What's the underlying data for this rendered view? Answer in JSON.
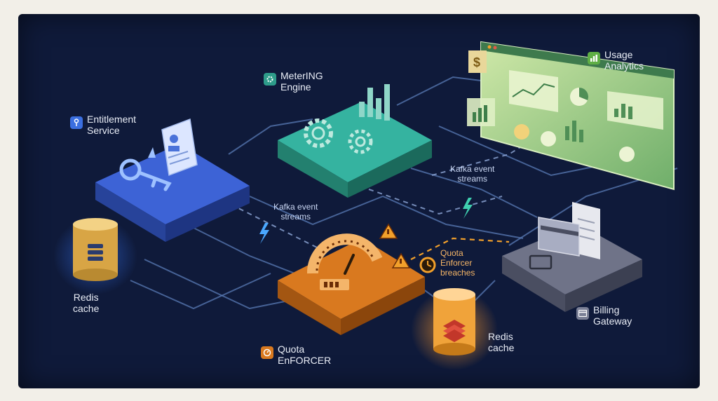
{
  "nodes": {
    "entitlement": {
      "line1": "Entitlement",
      "line2": "Service"
    },
    "metering": {
      "line1": "MeterING",
      "line2": "Engine"
    },
    "analytics": {
      "line1": "Usage",
      "line2": "Analytics"
    },
    "redis_left": {
      "line1": "Redis",
      "line2": "cache"
    },
    "redis_right": {
      "line1": "Redis",
      "line2": "cache"
    },
    "quota": {
      "line1": "Quota",
      "line2": "EnFORCER"
    },
    "billing": {
      "line1": "Billing",
      "line2": "Gateway"
    }
  },
  "flows": {
    "kafka_left": {
      "line1": "Kafka event",
      "line2": "streams"
    },
    "kafka_right": {
      "line1": "Kafka event",
      "line2": "streams"
    },
    "breaches": {
      "line1": "Quota",
      "line2": "Enforcer",
      "line3": "breaches"
    }
  },
  "colors": {
    "background": "#0f1a3a",
    "entitlement": "#3d63d6",
    "metering": "#35b3a0",
    "analytics": "#7fbf6a",
    "quota": "#e07a1f",
    "billing": "#6f7388",
    "redis": "#f0a33a",
    "lightning": "#4aa8ff",
    "warning": "#f2a02b"
  }
}
